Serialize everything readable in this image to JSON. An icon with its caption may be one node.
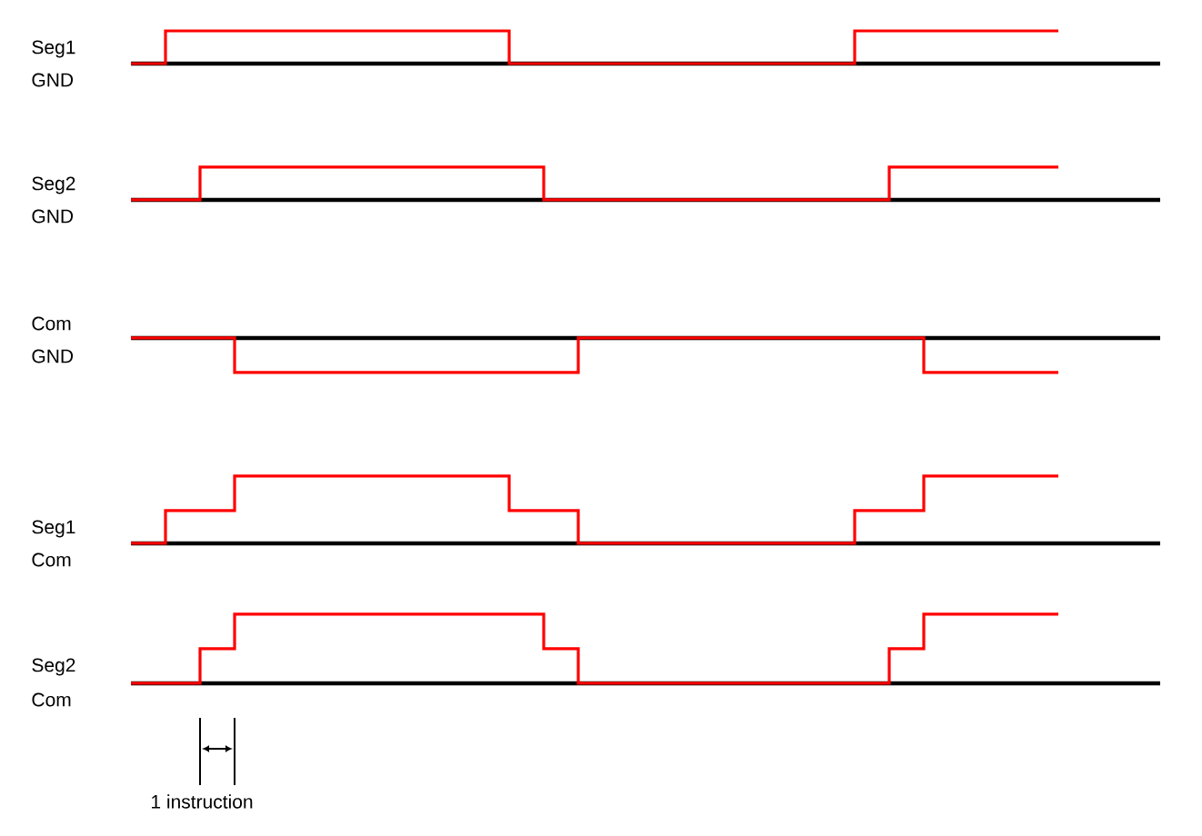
{
  "diagram": {
    "labels": [
      "Seg1",
      "GND",
      "Seg2",
      "GND",
      "Com",
      "GND",
      "Seg1",
      "Com",
      "Seg2",
      "Com",
      "1 instruction"
    ]
  }
}
